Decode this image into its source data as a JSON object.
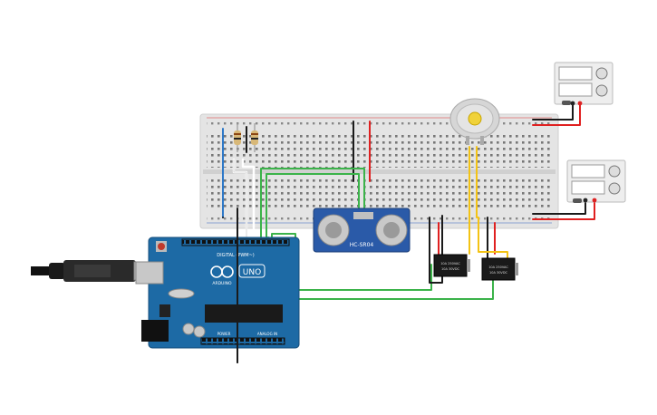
{
  "colors": {
    "board": "#1d6aa5",
    "board_dark": "#174f7c",
    "breadboard": "#e6e6e6",
    "breadboard_rail": "#d6d6d6",
    "hole": "#6e6e6e",
    "wire_red": "#e02020",
    "wire_black": "#1a1a1a",
    "wire_green": "#3bb34a",
    "wire_blue": "#2d78c8",
    "wire_yellow": "#f3c315",
    "wire_white": "#ffffff",
    "sensor": "#2a5aa8",
    "psu": "#eeeeee"
  },
  "arduino": {
    "brand": "ARDUINO",
    "model": "UNO",
    "digital_label": "DIGITAL (PWM~)",
    "power_label": "POWER",
    "analog_label": "ANALOG IN"
  },
  "ultrasonic_sensor": {
    "model": "HC-SR04"
  },
  "relays": [
    {
      "label": "10A 250VAC",
      "sub": "10A 30VDC"
    },
    {
      "label": "10A 250VAC",
      "sub": "10A 30VDC"
    }
  ],
  "icons": [
    "usb-cable-icon",
    "dc-motor-icon",
    "power-supply-icon",
    "relay-icon",
    "resistor-icon"
  ]
}
